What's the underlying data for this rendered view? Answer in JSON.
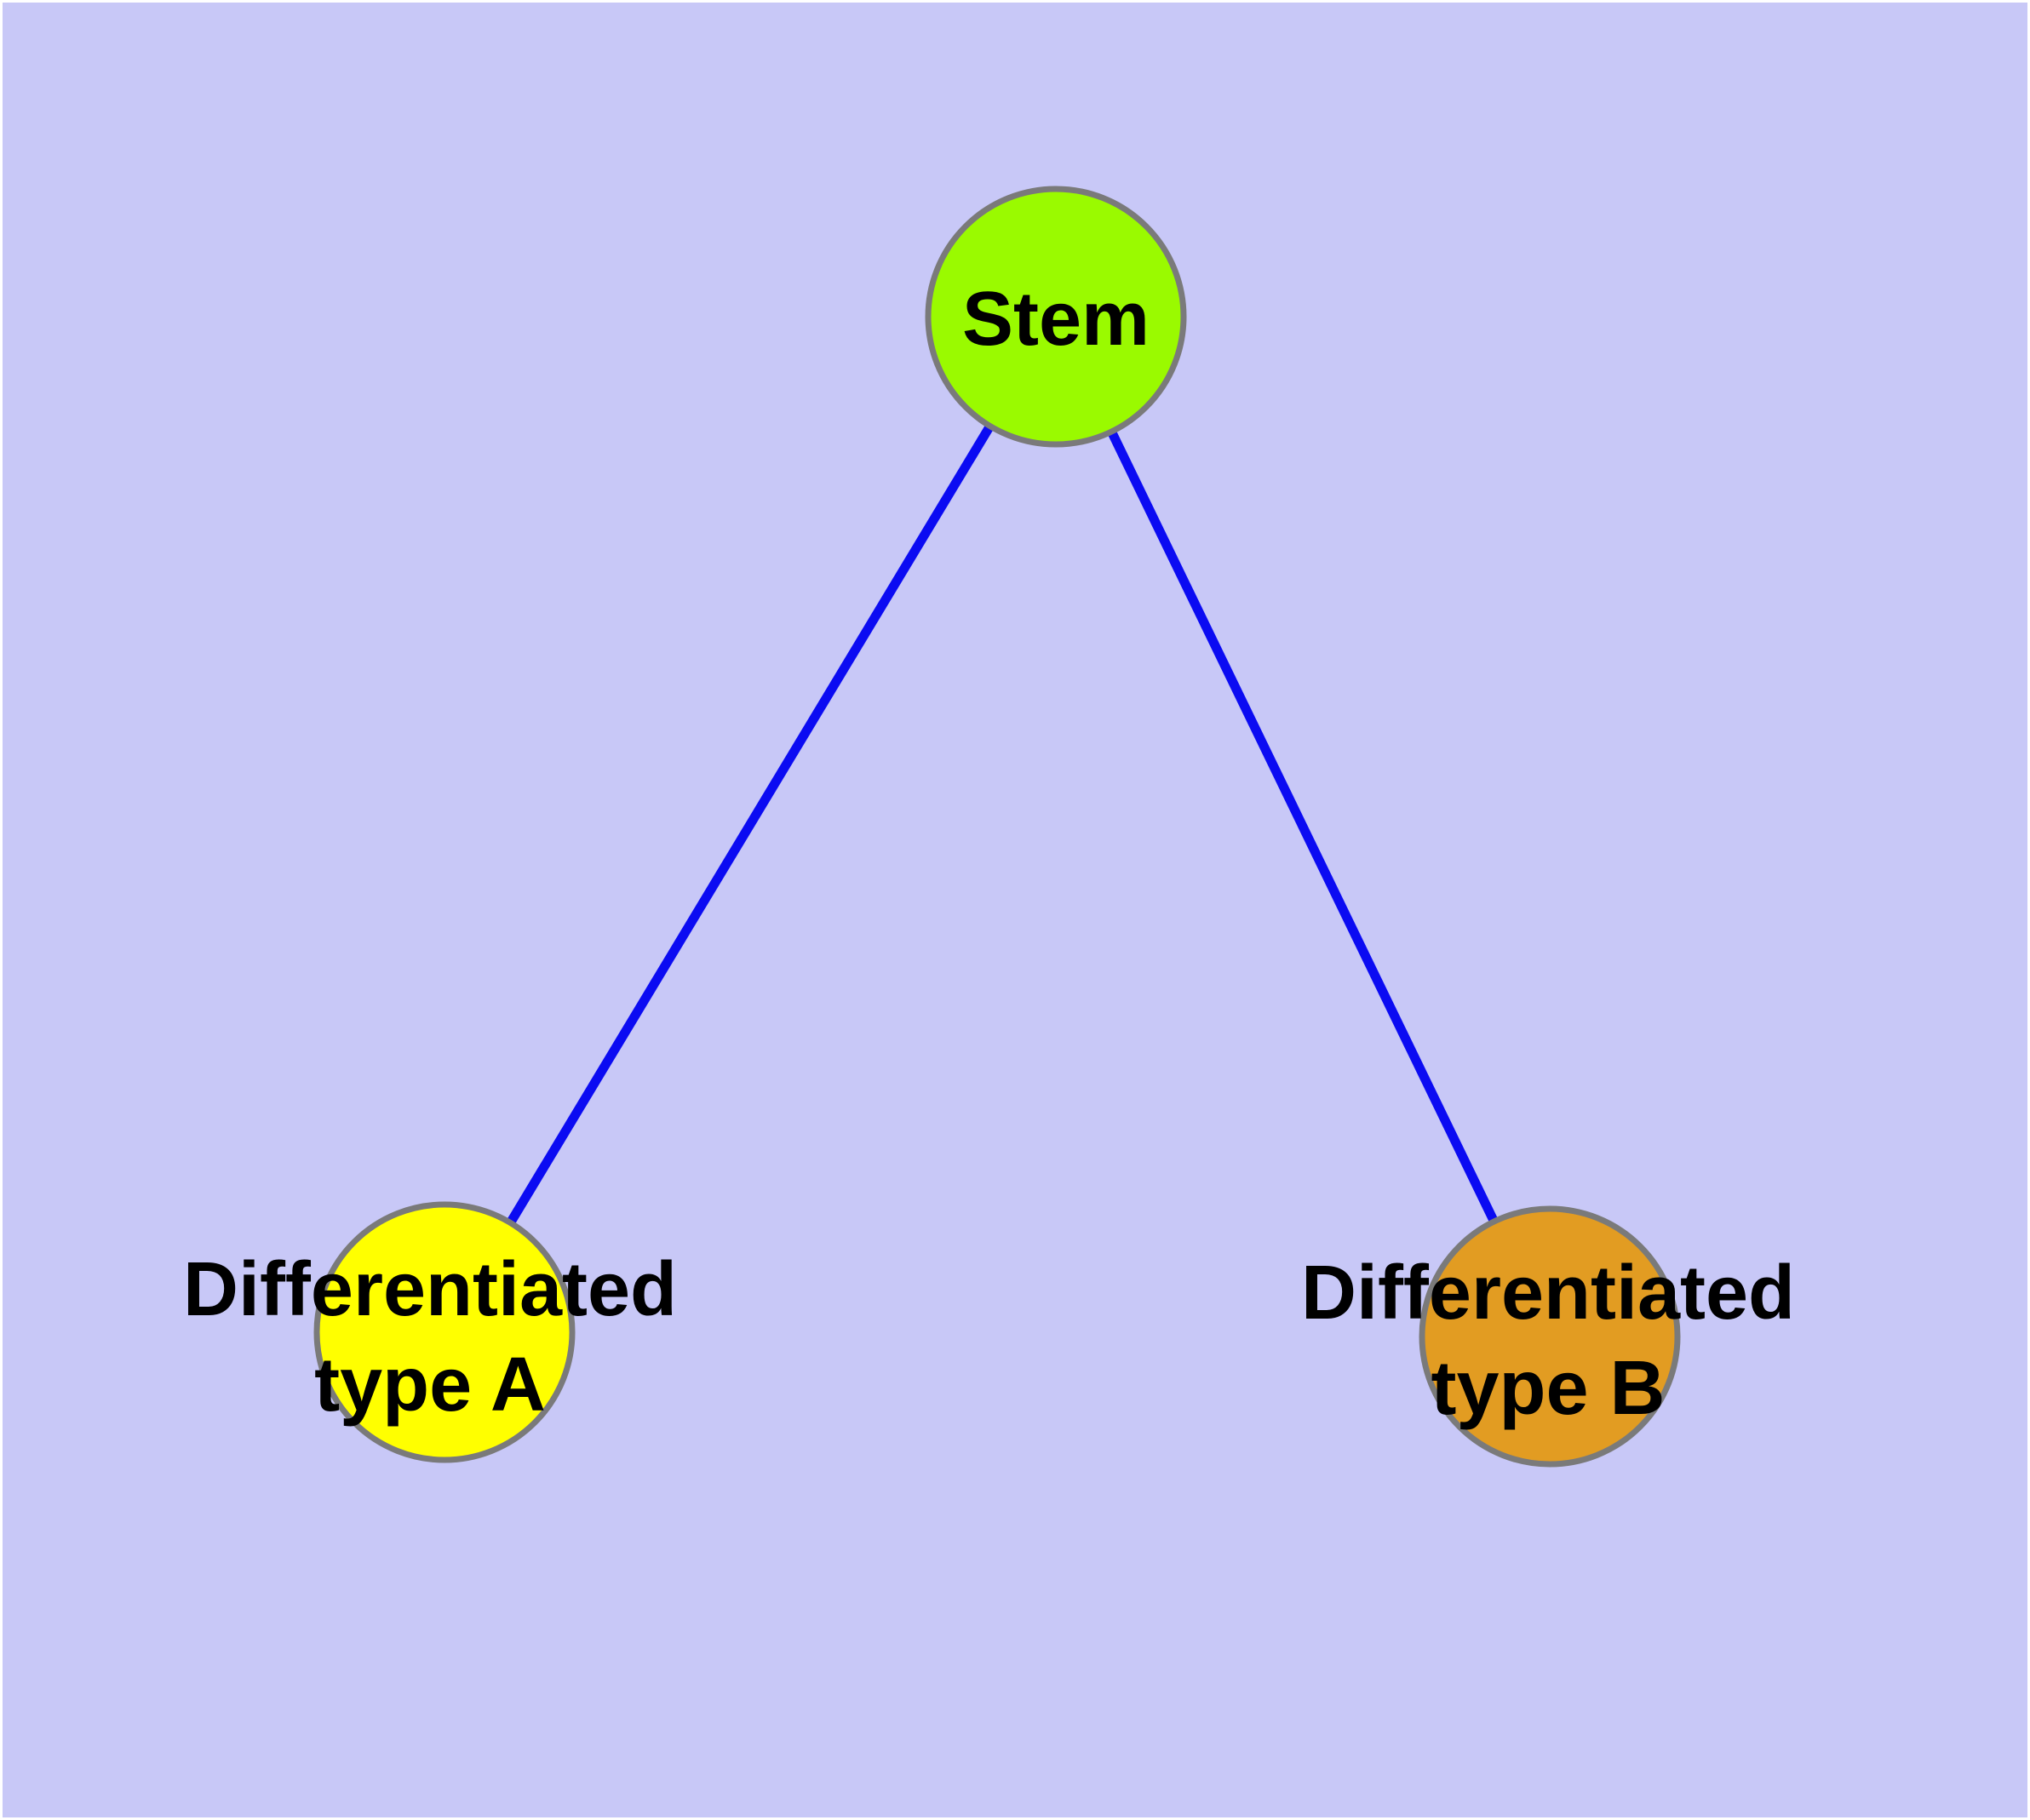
{
  "diagram": {
    "type": "node-link-graph",
    "description": "Cell differentiation tree: a stem node with two differentiated child types",
    "colors": {
      "page_background": "#ffffff",
      "canvas_background": "#c8c8f7",
      "edge": "#0b0bf2",
      "node_border": "#7a7a7a",
      "label_text": "#000000"
    },
    "nodes": [
      {
        "id": "stem",
        "label": "Stem",
        "fill": "#9afa00"
      },
      {
        "id": "type-a",
        "label_line1": "Differentiated",
        "label_line2": "type A",
        "fill": "#ffff00"
      },
      {
        "id": "type-b",
        "label_line1": "Differentiated",
        "label_line2": "type B",
        "fill": "#e29c22"
      }
    ],
    "edges": [
      {
        "from": "Stem",
        "to": "Differentiated type A"
      },
      {
        "from": "Stem",
        "to": "Differentiated type B"
      }
    ]
  }
}
